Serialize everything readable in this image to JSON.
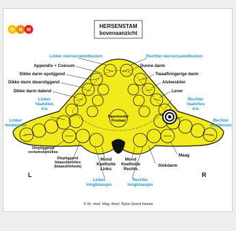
{
  "logo": {
    "letters": [
      "G",
      "N",
      "M"
    ],
    "colors": [
      "#f5c400",
      "#f08a00",
      "#e02020"
    ]
  },
  "title": {
    "line1": "HERSENSTAM",
    "line2": "bovenaanzicht"
  },
  "center": {
    "line1": "Baarmoeder",
    "line2": "Prostaat"
  },
  "labels": {
    "linker_nierverzamel": "Linker nierverzamelbuizen",
    "rechter_nierverzamel": "Rechter nierverzamelbuizen",
    "appendix": "Appendix + Coecum",
    "dunne_darm": "Dunne darm",
    "dikke_opstijgend": "Dikke darm opstijgend",
    "twaalfvingerige": "Twaalfvingerige darm",
    "dikke_dwars": "Dikke darm dwarsliggend",
    "alvleesklier": "Alvleesklier",
    "dikke_dalend": "Dikke darm dalend",
    "lever": "Lever",
    "linker_vaatvlies": [
      "Linker",
      "Vaatvlies",
      "Iris"
    ],
    "rechter_vaatvlies": [
      "Rechter",
      "Vaatvlies",
      "Iris"
    ],
    "linker_middenoor": [
      "Linker",
      "middenoor"
    ],
    "rechter_middenoor": [
      "Rechter",
      "middenoor"
    ],
    "diepliggend_rectum": [
      "Diepliggend",
      "rectumslijmvlies"
    ],
    "diepliggend_blaas": [
      "Diepliggend",
      "blaasslijmvlies",
      "(blaasdriehoek)"
    ],
    "mond_links": [
      "Mond",
      "Keelholte",
      "Links"
    ],
    "mond_rechts": [
      "Mond",
      "Keelholte",
      "Rechts"
    ],
    "maag": "Maag",
    "slokdarm": "Slokdarm",
    "linker_blaasjes": [
      "Linker",
      "longblaasjes"
    ],
    "rechter_blaasjes": [
      "Rechter",
      "longblaasjes"
    ]
  },
  "side_left": "L",
  "side_right": "R",
  "copyright": "© Dr. med. Mag. theol. Ryke Geerd Hamer",
  "colors": {
    "brainstem": "#f2ea1a",
    "blue_label": "#2a96c8"
  }
}
